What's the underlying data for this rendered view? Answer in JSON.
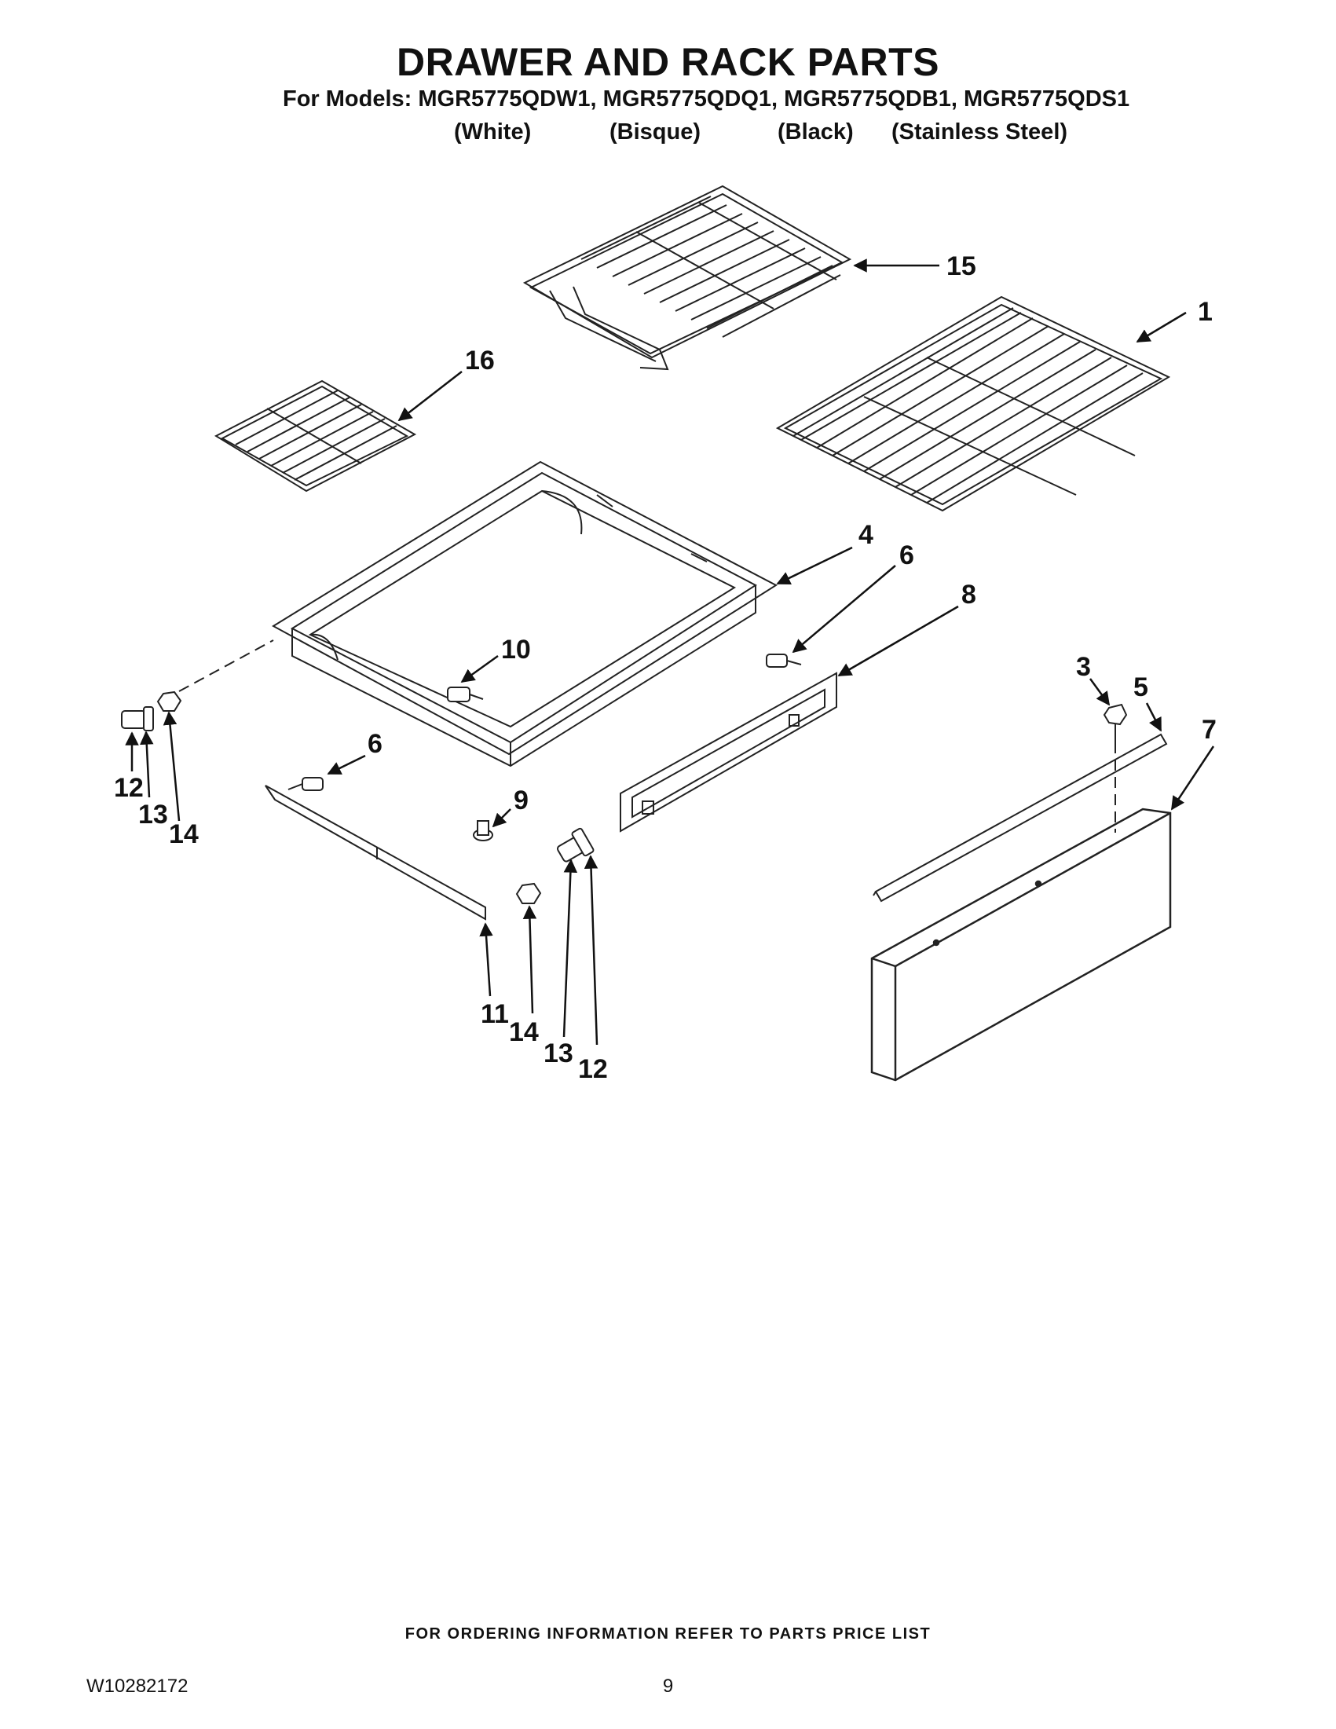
{
  "header": {
    "title": "DRAWER AND RACK PARTS",
    "models_line": "For Models: MGR5775QDW1, MGR5775QDQ1, MGR5775QDB1, MGR5775QDS1",
    "variants": [
      "(White)",
      "(Bisque)",
      "(Black)",
      "(Stainless Steel)"
    ]
  },
  "callouts": {
    "c1": "1",
    "c3": "3",
    "c4": "4",
    "c5": "5",
    "c6a": "6",
    "c6b": "6",
    "c7": "7",
    "c8": "8",
    "c9": "9",
    "c10": "10",
    "c11": "11",
    "c12a": "12",
    "c12b": "12",
    "c13a": "13",
    "c13b": "13",
    "c14a": "14",
    "c14b": "14",
    "c15": "15",
    "c16": "16"
  },
  "footer": {
    "ordering_note": "FOR ORDERING INFORMATION REFER TO PARTS PRICE LIST",
    "doc_number": "W10282172",
    "page_number": "9"
  }
}
